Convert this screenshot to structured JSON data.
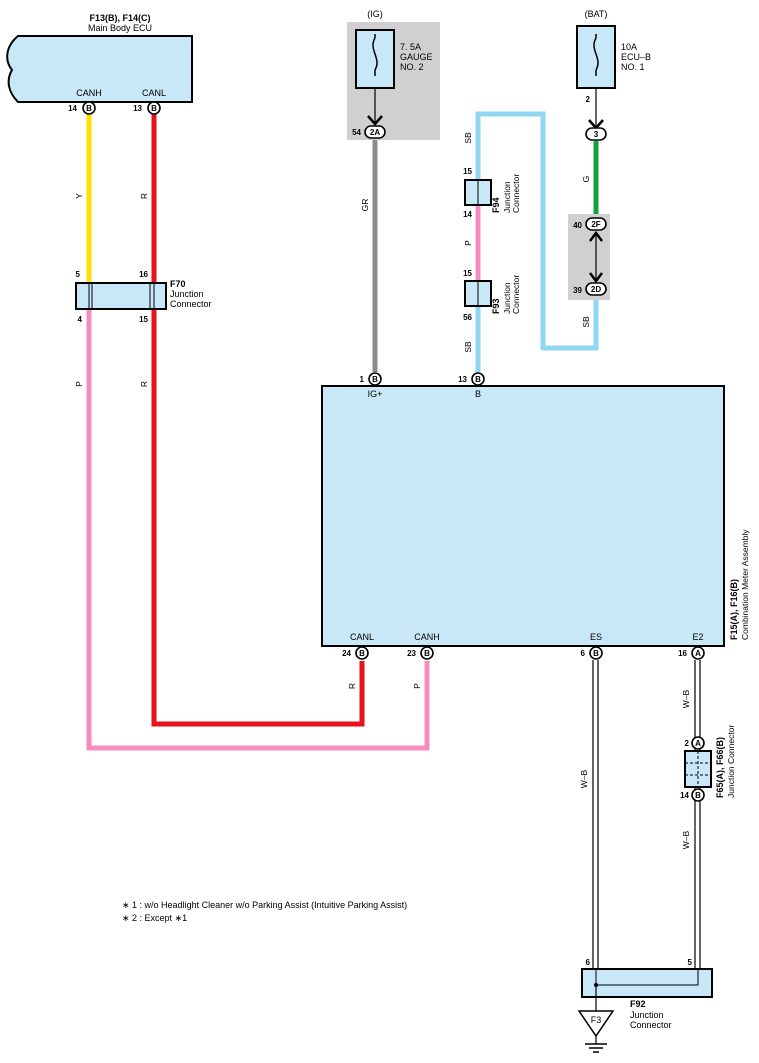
{
  "ecu": {
    "id": "F13(B), F14(C)",
    "name": "Main Body ECU",
    "canh": "CANH",
    "canl": "CANL",
    "pin_canh": "14",
    "pin_canl": "13",
    "conn": "B"
  },
  "fuse_ig": {
    "source": "(IG)",
    "rating": "7. 5A",
    "line2": "GAUGE",
    "line3": "NO. 2",
    "pin": "54",
    "conn": "2A"
  },
  "fuse_bat": {
    "source": "(BAT)",
    "rating": "10A",
    "line2": "ECU–B",
    "line3": "NO. 1",
    "pin_top": "2",
    "term": "3"
  },
  "f70": {
    "id": "F70",
    "line1": "Junction",
    "line2": "Connector",
    "p5": "5",
    "p16": "16",
    "p4": "4",
    "p15": "15"
  },
  "f94": {
    "id": "F94",
    "line1": "Junction",
    "line2": "Connector",
    "p_top": "15",
    "p_bot": "14"
  },
  "f93": {
    "id": "F93",
    "line1": "Junction",
    "line2": "Connector",
    "p_top": "15",
    "p_bot": "56"
  },
  "relay_2f": {
    "pin": "40",
    "conn": "2F"
  },
  "relay_2d": {
    "pin": "39",
    "conn": "2D"
  },
  "meter": {
    "id": "F15(A), F16(B)",
    "name": "Combination Meter Assembly",
    "ig_pin": "1",
    "ig_label": "IG+",
    "b_pin": "13",
    "b_label": "B",
    "canl_pin": "24",
    "canl_label": "CANL",
    "canh_pin": "23",
    "canh_label": "CANH",
    "es_pin": "6",
    "es_label": "ES",
    "e2_pin": "16",
    "e2_label": "E2",
    "conn_b": "B",
    "conn_a": "A"
  },
  "f65": {
    "id": "F65(A), F66(B)",
    "name": "Junction Connector",
    "p_top": "2",
    "p_bot": "14"
  },
  "f92": {
    "id": "F92",
    "line1": "Junction",
    "line2": "Connector",
    "p6": "6",
    "p5": "5"
  },
  "ground": {
    "label": "F3"
  },
  "wires": {
    "y": "Y",
    "r1": "R",
    "r2": "R",
    "r3": "R",
    "p1": "P",
    "p2": "P",
    "gr": "GR",
    "sb1": "SB",
    "sb2": "SB",
    "sb3": "SB",
    "p_mid": "P",
    "g": "G",
    "wb1": "W–B",
    "wb2": "W–B",
    "wb3": "W–B"
  },
  "notes": {
    "n1": "∗ 1 : w/o Headlight Cleaner w/o Parking Assist (Intuitive Parking Assist)",
    "n2": "∗ 2 : Except ∗1"
  },
  "colors": {
    "yellow": "#ffe000",
    "red": "#e8121c",
    "pink": "#f48cc0",
    "gray": "#8c8c8c",
    "sky": "#8ed6f2",
    "green": "#14a03c",
    "body": "#c8e8f8"
  }
}
